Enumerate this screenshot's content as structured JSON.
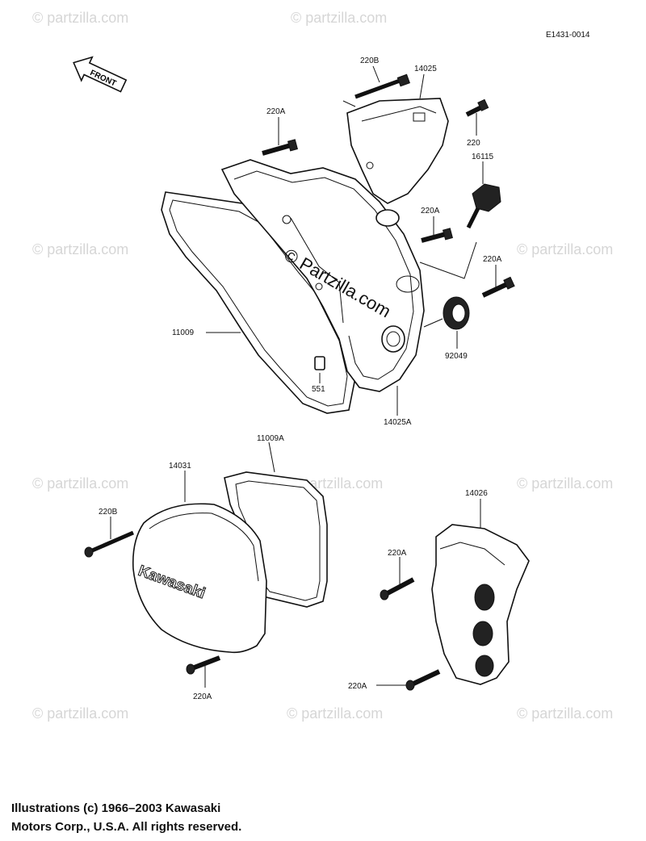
{
  "diagram": {
    "ref_code": "E1431-0014",
    "front_label": "FRONT",
    "center_watermark": "© Partzilla.com",
    "watermark_text": "© partzilla.com",
    "cover_brand": "Kawasaki",
    "labels": {
      "p220B_top": "220B",
      "p14025": "14025",
      "p220A_top": "220A",
      "p220": "220",
      "p16115": "16115",
      "p220A_mid": "220A",
      "p220A_right": "220A",
      "p11009": "11009",
      "p92049": "92049",
      "p551": "551",
      "p14025A": "14025A",
      "p11009A": "11009A",
      "p14031": "14031",
      "p220B_left": "220B",
      "p14026": "14026",
      "p220A_lowmid": "220A",
      "p220A_bottom": "220A",
      "p220A_bottomright": "220A"
    }
  },
  "footer": {
    "copyright_line1": "Illustrations (c) 1966–2003 Kawasaki",
    "copyright_line2": "Motors Corp., U.S.A.  All rights reserved."
  }
}
